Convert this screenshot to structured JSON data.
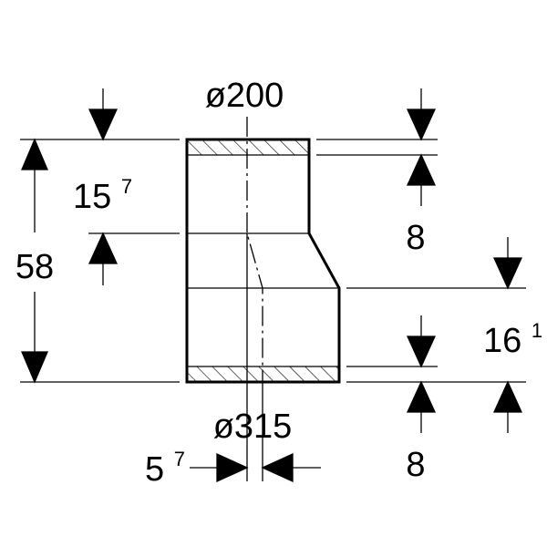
{
  "labels": {
    "top_diameter": "ø200",
    "bottom_diameter": "ø315",
    "total_height": "58",
    "upper_section": {
      "main": "15",
      "sup": "7"
    },
    "top_wall": "8",
    "lower_section": {
      "main": "16",
      "sup": "1"
    },
    "bottom_wall": "8",
    "offset": {
      "main": "5",
      "sup": "7"
    }
  },
  "colors": {
    "line": "#000000",
    "background": "#ffffff"
  }
}
